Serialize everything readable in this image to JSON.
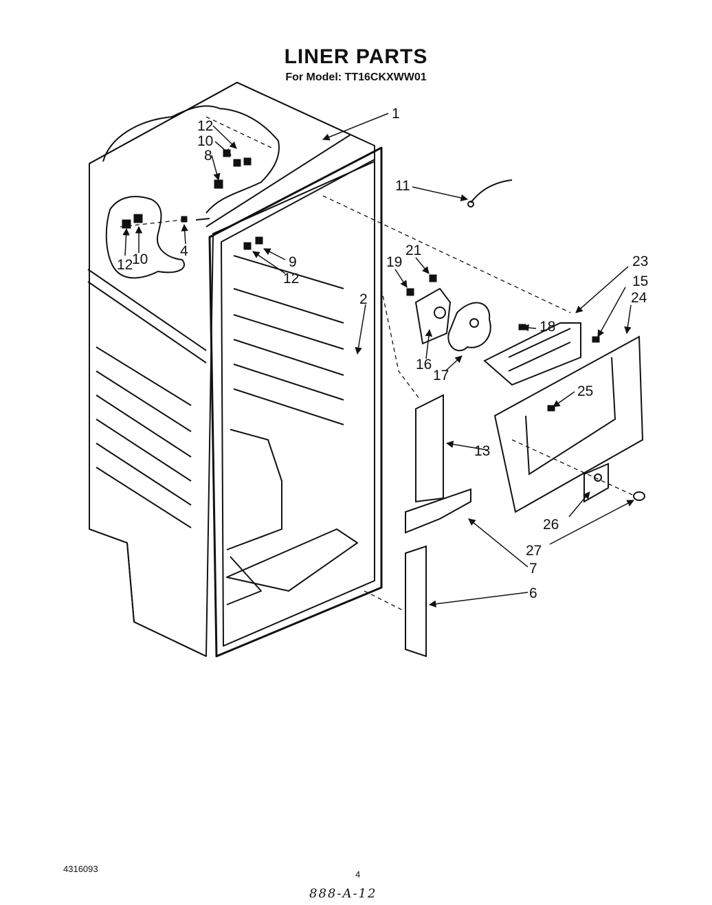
{
  "header": {
    "title": "LINER PARTS",
    "subtitle": "For Model: TT16CKXWW01"
  },
  "callouts": {
    "c1": "1",
    "c2": "2",
    "c4": "4",
    "c6": "6",
    "c7": "7",
    "c8": "8",
    "c9": "9",
    "c10a": "10",
    "c10b": "10",
    "c11": "11",
    "c12a": "12",
    "c12b": "12",
    "c12c": "12",
    "c13": "13",
    "c15": "15",
    "c16": "16",
    "c17": "17",
    "c18": "18",
    "c19": "19",
    "c21": "21",
    "c23": "23",
    "c24": "24",
    "c25": "25",
    "c26": "26",
    "c27": "27"
  },
  "footer": {
    "part_number": "4316093",
    "page_number": "4",
    "handwritten_code": "888-A-12"
  }
}
